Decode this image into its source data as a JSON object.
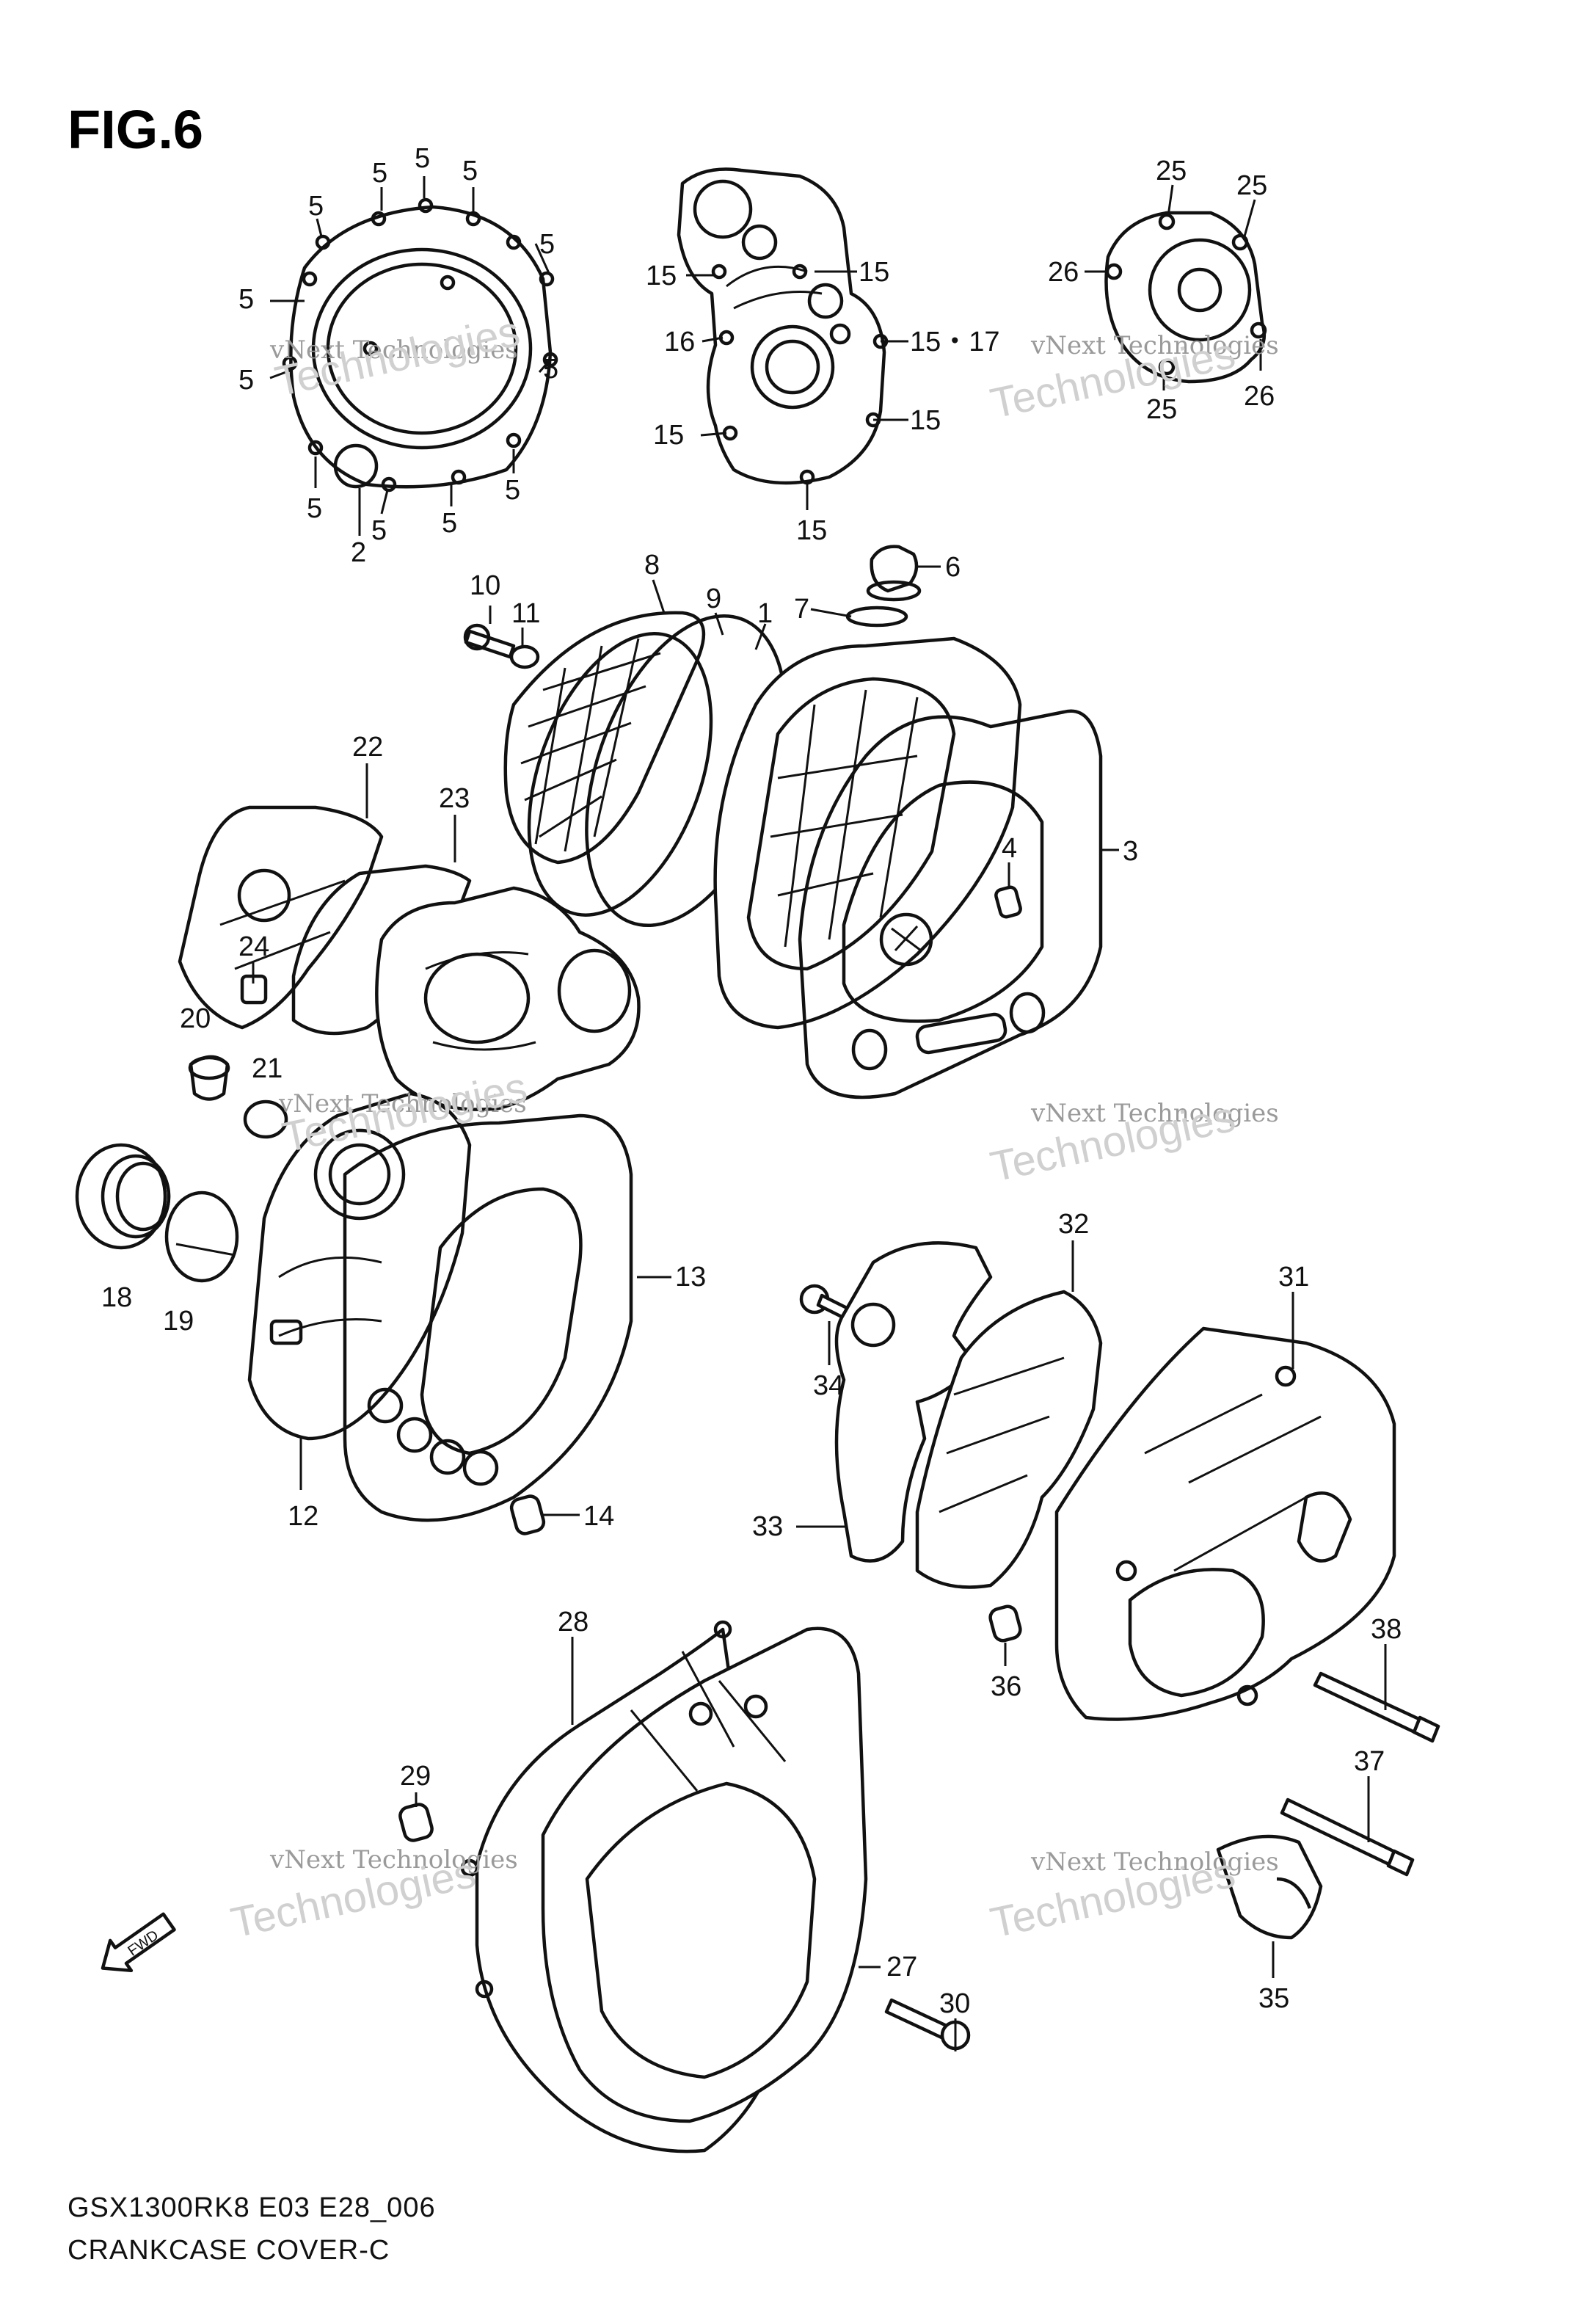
{
  "figure": {
    "title": "FIG.6"
  },
  "footer": {
    "model": "GSX1300RK8 E03 E28_006",
    "caption": "CRANKCASE COVER-C"
  },
  "watermark": {
    "line1": "vNext Technologies",
    "line2": "Technologies"
  },
  "fwd_label": "FWD",
  "callouts": {
    "c5a": "5",
    "c5b": "5",
    "c5c": "5",
    "c5d": "5",
    "c5e": "5",
    "c5f": "5",
    "c5g": "5",
    "c5h": "5",
    "c5i": "5",
    "c5j": "5",
    "c5k": "5",
    "c5l": "5",
    "c5m": "5",
    "c2": "2",
    "c15a": "15",
    "c15b": "15",
    "c16": "16",
    "c1517": "15・17",
    "c15c": "15",
    "c15d": "15",
    "c15e": "15",
    "c25a": "25",
    "c25b": "25",
    "c26a": "26",
    "c26b": "26",
    "c25c": "25",
    "c8": "8",
    "c6": "6",
    "c9": "9",
    "c10": "10",
    "c11": "11",
    "c7": "7",
    "c1": "1",
    "c22": "22",
    "c23": "23",
    "c3": "3",
    "c4": "4",
    "c24": "24",
    "c20": "20",
    "c21": "21",
    "c18": "18",
    "c19": "19",
    "c13": "13",
    "c12": "12",
    "c14": "14",
    "c32": "32",
    "c31": "31",
    "c34": "34",
    "c33": "33",
    "c38": "38",
    "c36": "36",
    "c37": "37",
    "c35": "35",
    "c28": "28",
    "c29": "29",
    "c27": "27",
    "c30": "30"
  }
}
